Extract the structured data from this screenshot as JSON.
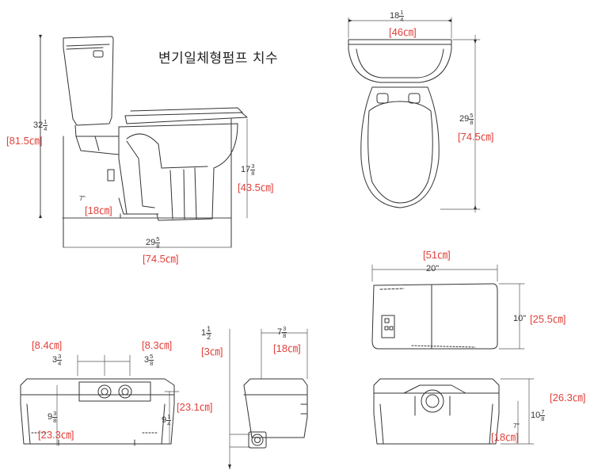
{
  "title": "변기일체형펌프 치수",
  "labels": {
    "side_height_whole": "32",
    "side_height_num": "1",
    "side_height_den": "4",
    "side_height_metric": "[81.5㎝]",
    "side_bowl_height_whole": "17",
    "side_bowl_height_num": "3",
    "side_bowl_height_den": "8",
    "side_bowl_height_metric": "[43.5㎝]",
    "side_outlet_height": "7\"",
    "side_outlet_metric": "[18㎝]",
    "side_depth_whole": "29",
    "side_depth_num": "5",
    "side_depth_den": "8",
    "side_depth_metric": "[74.5㎝]",
    "top_width_whole": "18",
    "top_width_num": "1",
    "top_width_den": "4",
    "top_width_metric": "[46㎝]",
    "top_depth_whole": "29",
    "top_depth_num": "5",
    "top_depth_den": "8",
    "top_depth_metric": "[74.5㎝]",
    "pump_top_width_metric": "[51㎝]",
    "pump_top_width": "20\"",
    "pump_top_depth": "10\"",
    "pump_top_depth_metric": "[25.5㎝]",
    "front_left_offset_metric": "[8.4㎝]",
    "front_left_offset_whole": "3",
    "front_left_offset_num": "3",
    "front_left_offset_den": "4",
    "front_right_offset_metric": "[8.3㎝]",
    "front_right_offset_whole": "3",
    "front_right_offset_num": "5",
    "front_right_offset_den": "8",
    "front_left_height_whole": "9",
    "front_left_height_num": "3",
    "front_left_height_den": "8",
    "front_left_height_metric": "[23.3㎝]",
    "front_right_height_whole": "9",
    "front_right_height_num": "1",
    "front_right_height_den": "4",
    "front_right_height_metric": "[23.1㎝]",
    "end_outlet_whole": "1",
    "end_outlet_num": "1",
    "end_outlet_den": "2",
    "end_outlet_metric": "[3㎝]",
    "end_depth_whole": "7",
    "end_depth_num": "3",
    "end_depth_den": "8",
    "end_depth_metric": "[18㎝]",
    "rear_height_metric": "[26.3㎝]",
    "rear_height_whole": "10",
    "rear_height_num": "7",
    "rear_height_den": "8",
    "rear_inlet_height": "7\"",
    "rear_inlet_metric": "[18㎝]"
  }
}
